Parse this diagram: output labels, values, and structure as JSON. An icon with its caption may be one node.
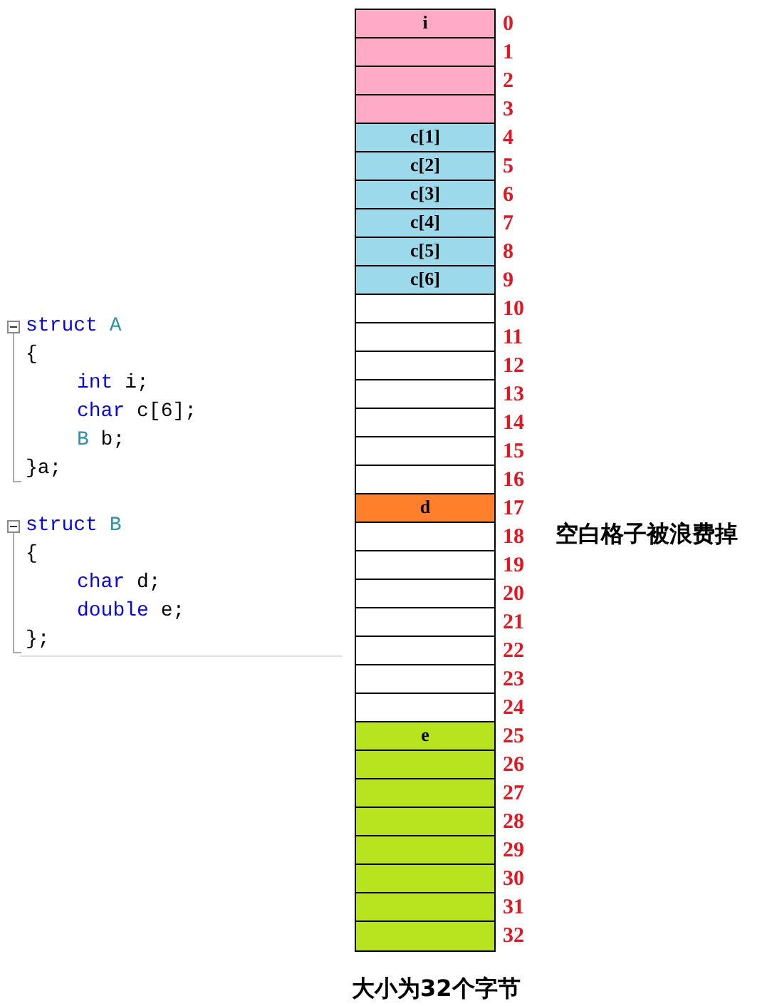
{
  "diagram": {
    "nodes": [
      {
        "text": [
          "i"
        ],
        "beside": [
          "0"
        ]
      },
      {
        "text": [],
        "shape": "box",
        "beside": [
          "1"
        ]
      },
      {
        "text": [],
        "shape": "box",
        "beside": [
          "2"
        ]
      },
      {
        "text": [],
        "shape": "box",
        "beside": [
          "3"
        ]
      },
      {
        "text": [
          "c[1]"
        ],
        "beside": [
          "4"
        ]
      },
      {
        "text": [
          "c[2]"
        ],
        "beside": [
          "5"
        ]
      },
      {
        "text": [
          "c[3]"
        ],
        "beside": [
          "6"
        ]
      },
      {
        "text": [
          "c[4]"
        ],
        "beside": [
          "7"
        ]
      },
      {
        "text": [
          "c[5]"
        ],
        "beside": [
          "8"
        ]
      },
      {
        "text": [
          "c[6]"
        ],
        "beside": [
          "9"
        ]
      },
      {
        "text": [],
        "shape": "box",
        "beside": [
          "10"
        ]
      },
      {
        "text": [],
        "shape": "box",
        "beside": [
          "11"
        ]
      },
      {
        "text": [],
        "shape": "box",
        "beside": [
          "12"
        ]
      },
      {
        "text": [],
        "shape": "box",
        "beside": [
          "13"
        ]
      },
      {
        "text": [],
        "shape": "box",
        "beside": [
          "14"
        ]
      },
      {
        "text": [],
        "shape": "box",
        "beside": [
          "15"
        ]
      },
      {
        "text": [],
        "shape": "box",
        "beside": [
          "16"
        ]
      },
      {
        "text": [
          "d"
        ],
        "beside": [
          "17"
        ]
      },
      {
        "text": [],
        "shape": "box",
        "beside": [
          "18"
        ]
      },
      {
        "text": [],
        "shape": "box",
        "beside": [
          "19"
        ]
      },
      {
        "text": [],
        "shape": "box",
        "beside": [
          "20"
        ]
      },
      {
        "text": [],
        "shape": "box",
        "beside": [
          "21"
        ]
      },
      {
        "text": [],
        "shape": "box",
        "beside": [
          "22"
        ]
      },
      {
        "text": [],
        "shape": "box",
        "beside": [
          "23"
        ]
      },
      {
        "text": [],
        "shape": "box",
        "beside": [
          "24"
        ]
      },
      {
        "text": [
          "e"
        ],
        "beside": [
          "25"
        ]
      },
      {
        "text": [],
        "shape": "box",
        "beside": [
          "26"
        ]
      },
      {
        "text": [],
        "shape": "box",
        "beside": [
          "27"
        ]
      },
      {
        "text": [],
        "shape": "box",
        "beside": [
          "28"
        ]
      },
      {
        "text": [],
        "shape": "box",
        "beside": [
          "29"
        ]
      },
      {
        "text": [],
        "shape": "box",
        "beside": [
          "30"
        ]
      },
      {
        "text": [],
        "shape": "box",
        "beside": [
          "31"
        ]
      },
      {
        "text": [],
        "shape": "box",
        "beside": [
          "32"
        ]
      }
    ],
    "labels": [
      "struct A",
      "{",
      "int i;",
      "char c[6];",
      "B b;",
      "}a;",
      "struct B",
      "{",
      "char d;",
      "double e;",
      "};",
      "空白格子被浪费掉",
      "大小为32个字节"
    ]
  }
}
